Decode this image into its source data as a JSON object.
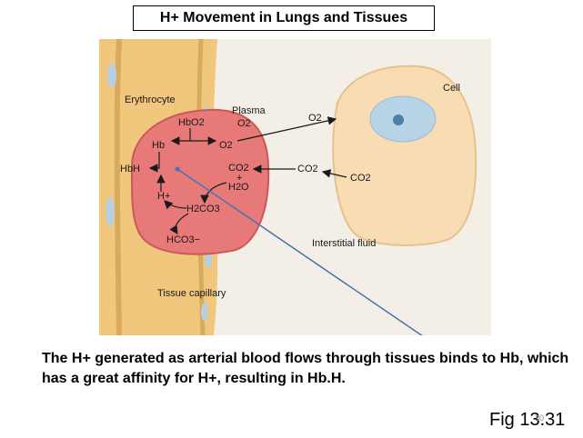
{
  "title": "H+ Movement in Lungs and Tissues",
  "diagram": {
    "labels": {
      "erythrocyte": "Erythrocyte",
      "cell": "Cell",
      "plasma": "Plasma",
      "plasma_o2": "O2",
      "hbo2": "HbO2",
      "hb": "Hb",
      "o2_inner": "O2",
      "o2_cell": "O2",
      "hbh": "HbH",
      "co2_inner": "CO2",
      "plus": "+",
      "h2o": "H2O",
      "co2_mid": "CO2",
      "co2_cell": "CO2",
      "h_plus": "H+",
      "h2co3": "H2CO3",
      "hco3": "HCO3−",
      "interstitial_fluid": "Interstitial fluid",
      "tissue_capillary": "Tissue capillary"
    },
    "colors": {
      "capillary": "#f1c77e",
      "erythrocyte": "#e77a78",
      "cell": "#f8dcb4",
      "nucleus": "#b7d3e6",
      "pointer_line": "#4a72b0"
    }
  },
  "caption": "The H+ generated as arterial blood flows through tissues binds to Hb, which has a great affinity for H+, resulting in Hb.H.",
  "figure_ref": "Fig 13.31",
  "slide_number": "30"
}
